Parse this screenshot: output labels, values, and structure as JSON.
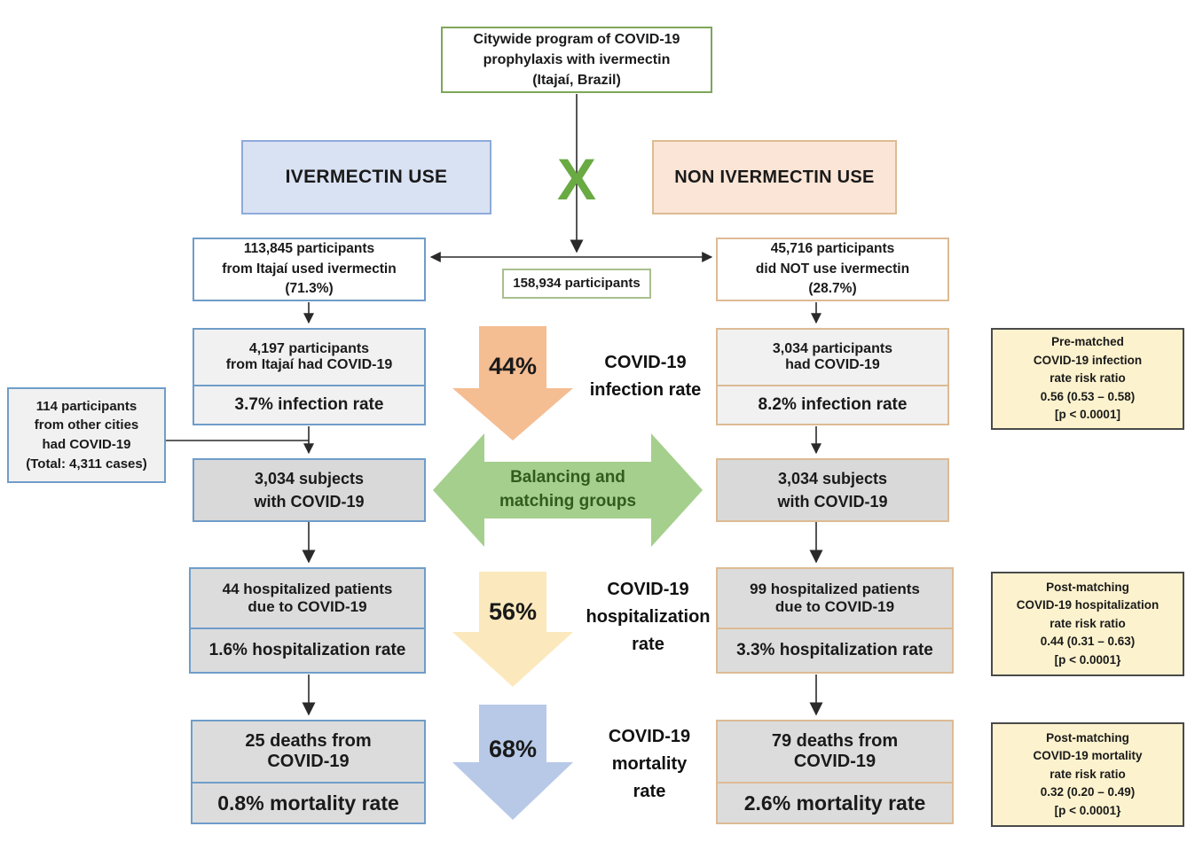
{
  "title": "Citywide program of COVID-19\nprophylaxis with ivermectin\n(Itajaí, Brazil)",
  "groups": {
    "left_header": "IVERMECTIN USE",
    "versus_x": "X",
    "right_header": "NON IVERMECTIN USE"
  },
  "total_box": "158,934 participants",
  "left": {
    "participants": "113,845 participants\nfrom Itajaí used ivermectin\n(71.3%)",
    "covid": "4,197 participants\nfrom Itajaí had COVID-19",
    "infection_rate": "3.7% infection rate",
    "subjects": "3,034 subjects\nwith COVID-19",
    "hospitalized": "44 hospitalized patients\ndue to COVID-19",
    "hospitalization_rate": "1.6% hospitalization rate",
    "deaths": "25 deaths from\nCOVID-19",
    "mortality_rate": "0.8% mortality rate"
  },
  "right": {
    "participants": "45,716 participants\ndid NOT use ivermectin\n(28.7%)",
    "covid": "3,034 participants\nhad COVID-19",
    "infection_rate": "8.2% infection rate",
    "subjects": "3,034 subjects\nwith COVID-19",
    "hospitalized": "99 hospitalized patients\ndue to COVID-19",
    "hospitalization_rate": "3.3% hospitalization rate",
    "deaths": "79 deaths from\nCOVID-19",
    "mortality_rate": "2.6% mortality rate"
  },
  "other_cities_box": "114 participants\nfrom other cities\nhad COVID-19\n(Total: 4,311 cases)",
  "center": {
    "infection_reduction": "44%",
    "infection_label": "COVID-19\ninfection rate",
    "balancing_label": "Balancing and\nmatching groups",
    "hospitalization_reduction": "56%",
    "hospitalization_label": "COVID-19\nhospitalization\nrate",
    "mortality_reduction": "68%",
    "mortality_label": "COVID-19\nmortality\nrate"
  },
  "risk_boxes": {
    "infection": "Pre-matched\nCOVID-19 infection\nrate risk ratio\n0.56 (0.53 – 0.58)\n[p < 0.0001]",
    "hospitalization": "Post-matching\nCOVID-19 hospitalization\nrate risk ratio\n0.44 (0.31 – 0.63)\n[p < 0.0001}",
    "mortality": "Post-matching\nCOVID-19 mortality\nrate risk ratio\n0.32 (0.20 – 0.49)\n[p < 0.0001}"
  },
  "colors": {
    "ivermectin_blue": "#d9e2f3",
    "non_ivermectin_peach": "#fbe5d6",
    "accent_green": "#6aaa43",
    "arrow_orange": "#f5bd92",
    "arrow_yellow": "#fbe9bd",
    "arrow_blue": "#b7c9e7",
    "balance_arrow_green": "#a5cf8d",
    "risk_box_yellow": "#fcf2cd"
  }
}
